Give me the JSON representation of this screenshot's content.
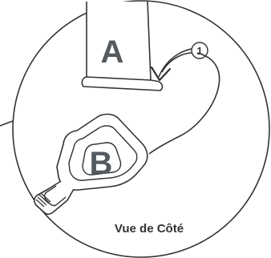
{
  "labels": {
    "part_a": "A",
    "part_b": "B",
    "step": "1",
    "caption": "Vue de Côté"
  },
  "colors": {
    "outline": "#333333",
    "letter_fill": "#555a5e",
    "background": "#ffffff"
  }
}
